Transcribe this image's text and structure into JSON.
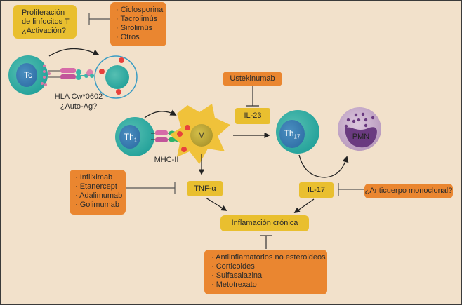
{
  "diagram": {
    "colors": {
      "background": "#f2e1cb",
      "yellow_box": "#e9bf2f",
      "orange_box": "#ea8630",
      "teal_cell": "#2aa9a0",
      "blue_nucleus": "#3a7fb0",
      "macrophage": "#f0c23a",
      "pmn": "#c8a9cc",
      "red_antigen": "#e8413c"
    },
    "boxes": {
      "proliferation": {
        "lines": [
          "Proliferación",
          "de linfocitos T",
          "¿Activación?"
        ]
      },
      "calcineurin_drugs": {
        "items": [
          "· Ciclosporina",
          "· Tacrolimús",
          "· Sirolimús",
          "· Otros"
        ]
      },
      "ustekinumab": {
        "label": "Ustekinumab"
      },
      "il23": {
        "label": "IL-23"
      },
      "anti_tnf_drugs": {
        "items": [
          "· Infliximab",
          "· Etanercept",
          "· Adalimumab",
          "· Golimumab"
        ]
      },
      "tnf": {
        "label": "TNF-α"
      },
      "il17": {
        "label": "IL-17"
      },
      "anti_il17": {
        "label": "¿Anticuerpo monoclonal?"
      },
      "inflammation": {
        "label": "Inflamación crónica"
      },
      "general_drugs": {
        "items": [
          "· Antiinflamatorios no esteroideos",
          "· Corticoides",
          "· Sulfasalazina",
          "· Metotrexato"
        ]
      }
    },
    "cells": {
      "tc": {
        "label": "Tc"
      },
      "th1": {
        "label": "Th",
        "sub": "1"
      },
      "macrophage": {
        "label": "M"
      },
      "th17": {
        "label": "Th",
        "sub": "17"
      },
      "pmn": {
        "label": "PMN"
      }
    },
    "labels": {
      "hla": [
        "HLA Cw*0602",
        "¿Auto-Ag?"
      ],
      "mhc": "MHC-II"
    }
  }
}
